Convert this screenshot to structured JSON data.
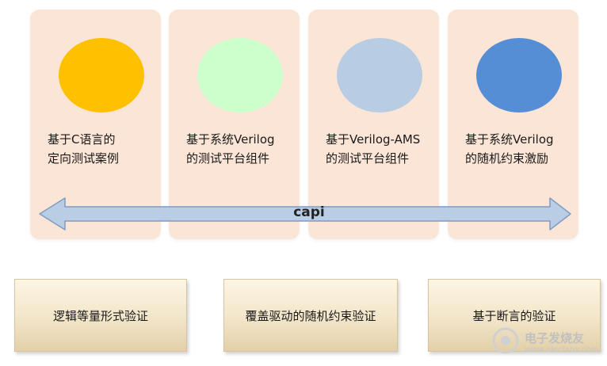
{
  "cards": [
    {
      "line1": "基于C语言的",
      "line2": "定向测试案例",
      "color": "#ffc000"
    },
    {
      "line1": "基于系统Verilog",
      "line2": "的测试平台组件",
      "color": "#ccffcc"
    },
    {
      "line1": "基于Verilog-AMS",
      "line2": "的测试平台组件",
      "color": "#b8cce4"
    },
    {
      "line1": "基于系统Verilog",
      "line2": "的随机约束激励",
      "color": "#558ed5"
    }
  ],
  "arrow": {
    "label": "capi",
    "color": "#b9cde5",
    "stroke": "#7f9cc4"
  },
  "boxes": [
    {
      "label": "逻辑等量形式验证"
    },
    {
      "label": "覆盖驱动的随机约束验证"
    },
    {
      "label": "基于断言的验证"
    }
  ],
  "watermark": {
    "text": "电子发烧友",
    "url": "www.elecfans.com"
  }
}
